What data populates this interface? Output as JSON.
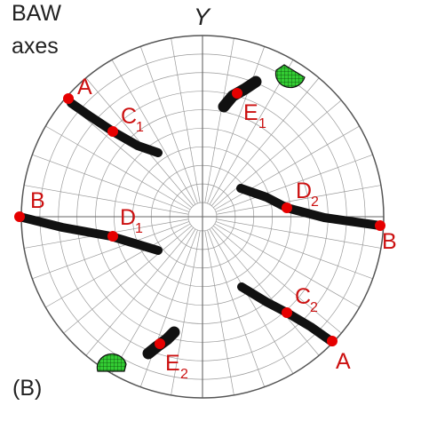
{
  "title_line1": "BAW",
  "title_line2": "axes",
  "panel_label": "(B)",
  "axis_label": "Y",
  "colors": {
    "grid": "#9a9a9a",
    "outline": "#555555",
    "streak": "#111111",
    "point": "#e60000",
    "label": "#cc1111",
    "pole_patch": "#33cc33"
  },
  "points": [
    {
      "id": "A-upper",
      "label": "A",
      "sub": ""
    },
    {
      "id": "A-lower",
      "label": "A",
      "sub": ""
    },
    {
      "id": "B-left",
      "label": "B",
      "sub": ""
    },
    {
      "id": "B-right",
      "label": "B",
      "sub": ""
    },
    {
      "id": "C1",
      "label": "C",
      "sub": "1"
    },
    {
      "id": "C2",
      "label": "C",
      "sub": "2"
    },
    {
      "id": "D1",
      "label": "D",
      "sub": "1"
    },
    {
      "id": "D2",
      "label": "D",
      "sub": "2"
    },
    {
      "id": "E1",
      "label": "E",
      "sub": "1"
    },
    {
      "id": "E2",
      "label": "E",
      "sub": "2"
    }
  ]
}
